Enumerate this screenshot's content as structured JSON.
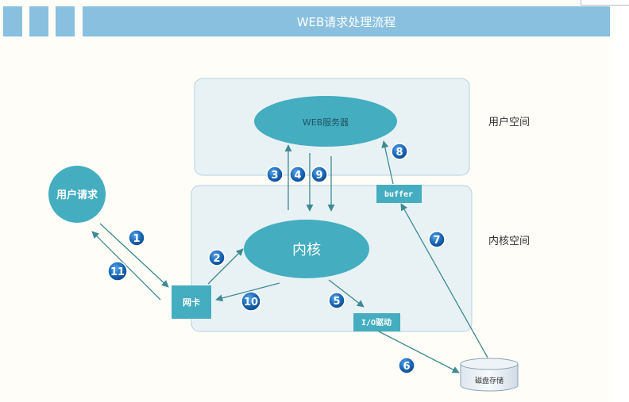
{
  "header": {
    "title": "WEB请求处理流程"
  },
  "regions": {
    "user_space": "用户空间",
    "kernel_space": "内核空间"
  },
  "nodes": {
    "web_server": "WEB服务器",
    "kernel": "内核",
    "user_request": "用户请求",
    "nic": "网卡",
    "buffer": "buffer",
    "io_driver": "I/O驱动",
    "disk": "磁盘存储"
  },
  "steps": [
    "1",
    "2",
    "3",
    "4",
    "5",
    "6",
    "7",
    "8",
    "9",
    "10",
    "11"
  ],
  "colors": {
    "header": "#89c0e0",
    "panel_fill": "#e8f2f5",
    "panel_stroke": "#b4d3de",
    "node_teal": "#44adc0",
    "arrow": "#3f8a92",
    "badge": "#1a68b8"
  },
  "icons": [
    "step-badge-icon",
    "disk-cylinder-icon"
  ]
}
